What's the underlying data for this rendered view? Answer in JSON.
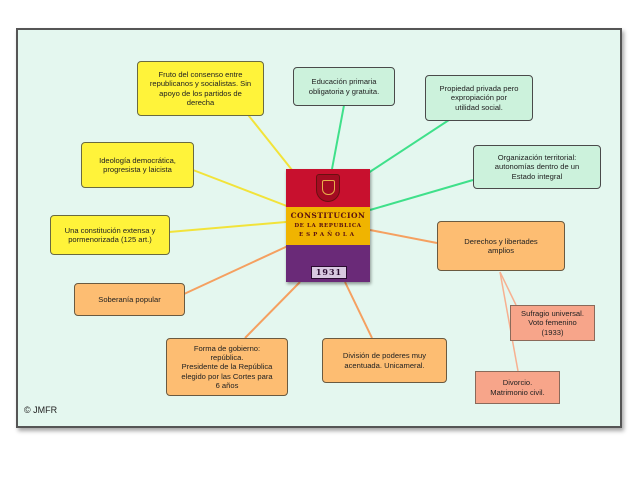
{
  "center": {
    "line1": "CONSTITUCION",
    "line2": "DE LA REPUBLICA",
    "line3": "ESPAÑOLA",
    "year": "1931"
  },
  "nodes": {
    "consenso": "Fruto del consenso entre\nrepublicanos y socialistas. Sin\napoyo de los partidos de\nderecha",
    "educacion": "Educación primaria\nobligatoria y gratuita.",
    "propiedad": "Propiedad privada pero\nexpropiación por\nutilidad social.",
    "ideologia": "Ideología democrática,\nprogresista y laicista",
    "organizacion": "Organización territorial:\nautonomías dentro de un\nEstado integral",
    "extensa": "Una constitución extensa y\npormenorizada (125 art.)",
    "derechos": "Derechos y libertades\namplios",
    "soberania": "Soberanía popular",
    "sufragio": "Sufragio universal.\nVoto femenino\n(1933)",
    "gobierno": "Forma de gobierno:\nrepública.\nPresidente de la República\nelegido por las Cortes para\n6 años",
    "division": "División de poderes muy\nacentuada. Unicameral.",
    "divorcio": "Divorcio.\nMatrimonio civil."
  },
  "credit": "© JMFR",
  "colors": {
    "yellow": "#fff33a",
    "green": "#ccf2dc",
    "orange": "#fdbd72",
    "salmon": "#f7a58a",
    "background": "#e4f7ef"
  }
}
